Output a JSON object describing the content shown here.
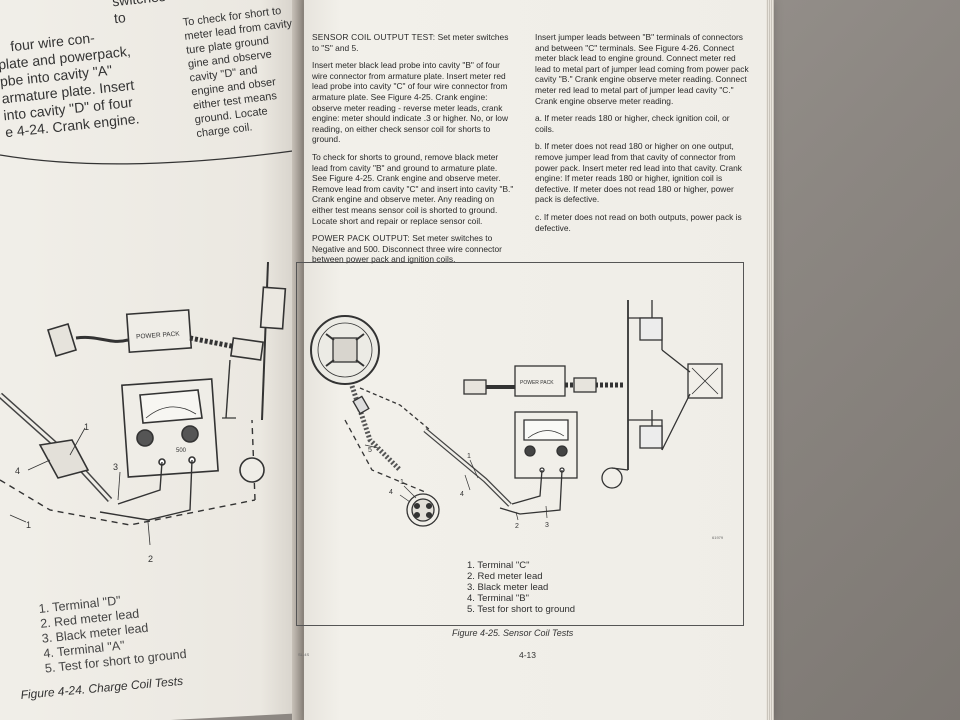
{
  "left_page": {
    "fragment_col1": [
      "switches to",
      "four wire con-",
      "plate and powerpack,",
      "pbe into cavity \"A\"",
      "armature plate. Insert",
      "into cavity \"D\" of four",
      "e 4-24. Crank engine."
    ],
    "fragment_col2": [
      "To check for short to",
      "meter lead from cavity",
      "ture plate ground",
      "gine and observe",
      "cavity \"D\" and",
      "engine and obser",
      "either test means",
      "ground. Locate",
      "charge coil."
    ],
    "legend": [
      "1. Terminal \"D\"",
      "2. Red meter lead",
      "3. Black meter lead",
      "4. Terminal \"A\"",
      "5. Test for short to ground"
    ],
    "caption": "Figure 4-24. Charge Coil Tests",
    "diagram": {
      "power_pack_label": "POWER PACK",
      "meter_dial": "500",
      "callouts": [
        "1",
        "2",
        "3",
        "4",
        "1"
      ]
    }
  },
  "right_page": {
    "col1": {
      "p1_heading": "SENSOR COIL OUTPUT TEST:",
      "p1_rest": " Set meter switches to \"S\" and 5.",
      "p2": "Insert meter black lead probe into cavity \"B\" of four wire connector from armature plate. Insert meter red lead probe into cavity \"C\" of four wire connector from armature plate. See Figure 4-25. Crank engine: observe meter reading - reverse meter leads, crank engine: meter should indicate .3 or higher. No, or low reading, on either check sensor coil for shorts to ground.",
      "p3": "To check for shorts to ground, remove black meter lead from cavity \"B\" and ground to armature plate. See Figure 4-25. Crank engine and observe meter. Remove lead from cavity \"C\" and insert into cavity \"B.\" Crank engine and observe meter. Any reading on either test means sensor coil is shorted to ground. Locate short and repair or replace sensor coil.",
      "p4_heading": "POWER PACK OUTPUT:",
      "p4_rest": " Set meter switches to Negative and 500. Disconnect three wire connector between power pack and ignition coils."
    },
    "col2": {
      "p1": "Insert jumper leads between \"B\" terminals of connectors and between \"C\" terminals. See Figure 4-26. Connect meter black lead to engine ground. Connect meter red lead to metal part of jumper lead coming from power pack cavity \"B.\" Crank engine observe meter reading. Connect meter red lead to metal part of jumper lead cavity \"C.\" Crank engine observe meter reading.",
      "pa": "a. If meter reads 180 or higher, check ignition coil, or coils.",
      "pb": "b. If meter does not read 180 or higher on one output, remove jumper lead from that cavity of connector from power pack. Insert meter red lead into that cavity. Crank engine: If meter reads 180 or higher, ignition coil is defective. If meter does not read 180 or higher, power pack is defective.",
      "pc": "c. If meter does not read on both outputs, power pack is defective."
    },
    "figure": {
      "power_pack_label": "POWER PACK",
      "callouts": [
        "1",
        "2",
        "3",
        "4",
        "5",
        "4",
        "1"
      ],
      "code": "61979",
      "legend": [
        "1. Terminal \"C\"",
        "2. Red meter lead",
        "3. Black meter lead",
        "4. Terminal \"B\"",
        "5. Test for short to ground"
      ],
      "caption": "Figure 4-25. Sensor Coil Tests"
    },
    "page_number": "4-13",
    "corner_code": "SL-4S"
  }
}
